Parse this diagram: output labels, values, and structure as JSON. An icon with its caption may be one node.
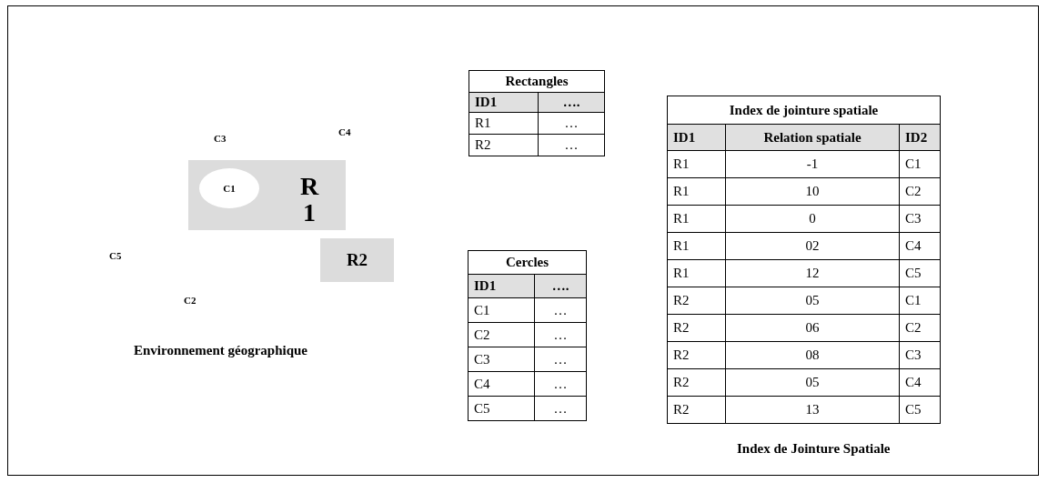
{
  "diagram": {
    "nodes": [
      {
        "text": [
          "R 1"
        ]
      },
      {
        "text": [
          "C1"
        ],
        "in": 0
      },
      {
        "text": [
          "R2"
        ]
      }
    ],
    "edges": [],
    "labels": [
      "C3",
      "C4",
      "C5",
      "C2",
      "Environnement géographique",
      "Rectangles",
      "ID1",
      "….",
      "R1",
      "…",
      "R2",
      "…",
      "Cercles",
      "ID1",
      "….",
      "C1",
      "…",
      "C2",
      "…",
      "C3",
      "…",
      "C4",
      "…",
      "C5",
      "…",
      "Index de jointure spatiale",
      "ID1",
      "Relation spatiale",
      "ID2",
      "R1",
      "-1",
      "C1",
      "R1",
      "10",
      "C2",
      "R1",
      "0",
      "C3",
      "R1",
      "02",
      "C4",
      "R1",
      "12",
      "C5",
      "R2",
      "05",
      "C1",
      "R2",
      "06",
      "C2",
      "R2",
      "08",
      "C3",
      "R2",
      "05",
      "C4",
      "R2",
      "13",
      "C5",
      "Index de Jointure Spatiale"
    ]
  }
}
